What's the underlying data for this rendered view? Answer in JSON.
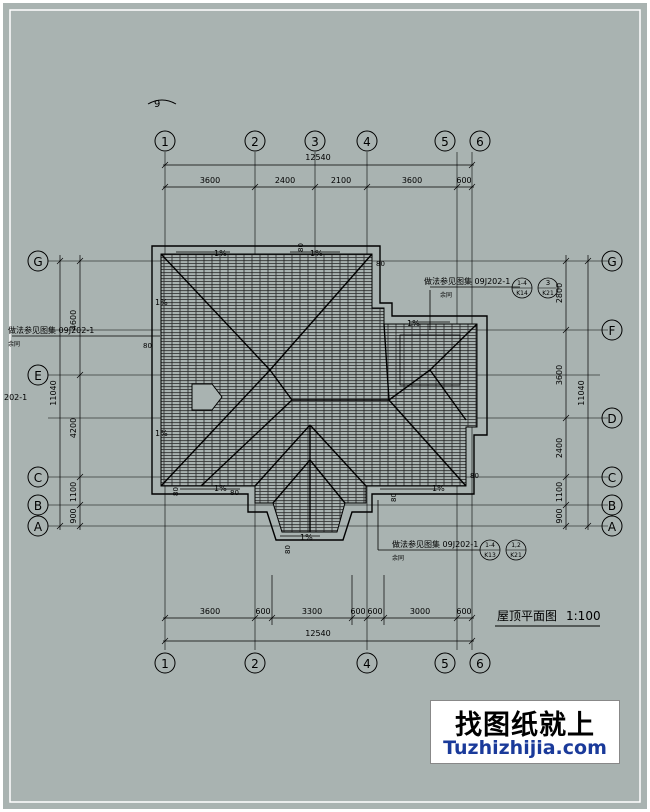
{
  "drawing": {
    "title": "屋顶平面图",
    "scale": "1:100",
    "top_marker": "9",
    "axes_vertical": [
      "1",
      "2",
      "3",
      "4",
      "5",
      "6"
    ],
    "axes_vertical_bottom": [
      "1",
      "2",
      "4",
      "5",
      "6"
    ],
    "axes_horizontal": [
      "G",
      "F",
      "E",
      "D",
      "C",
      "B",
      "A"
    ],
    "dims_top_total": "12540",
    "dims_top": [
      "3600",
      "2400",
      "2100",
      "3600",
      "600"
    ],
    "dims_bottom": [
      "3600",
      "600",
      "3300",
      "600",
      "600",
      "3000",
      "600"
    ],
    "dims_bottom_total": "12540",
    "dims_left": [
      "4600",
      "4200",
      "1100",
      "900"
    ],
    "dims_left_total": "11040",
    "dims_right": [
      "2800",
      "3600",
      "2400",
      "1100",
      "900"
    ],
    "dims_right_total": "11040",
    "slopes": [
      "1%",
      "1%",
      "1%",
      "1%",
      "1%",
      "1%",
      "1%",
      "1%"
    ],
    "small_dims": [
      "80",
      "80",
      "80",
      "80",
      "80",
      "80",
      "80",
      "80"
    ],
    "note_right_top": "做法参见图集 09J202-1",
    "note_right_top_sub": "余同",
    "note_right_top_tags": [
      "1-4",
      "K14",
      "3",
      "K21"
    ],
    "note_left": "做法参见图集 09J202-1",
    "note_left_sub": "余同",
    "note_left_edge": "202-1",
    "note_bottom": "做法参见图集 09J202-1",
    "note_bottom_sub": "余同",
    "note_bottom_tags": [
      "1-4",
      "K13",
      "1,2",
      "K21"
    ],
    "colors": {
      "paper": "#a9b3b1",
      "line": "#000000",
      "frame": "#ffffff"
    }
  },
  "watermark": {
    "cn": "找图纸就上",
    "url": "Tuzhizhijia.com"
  }
}
